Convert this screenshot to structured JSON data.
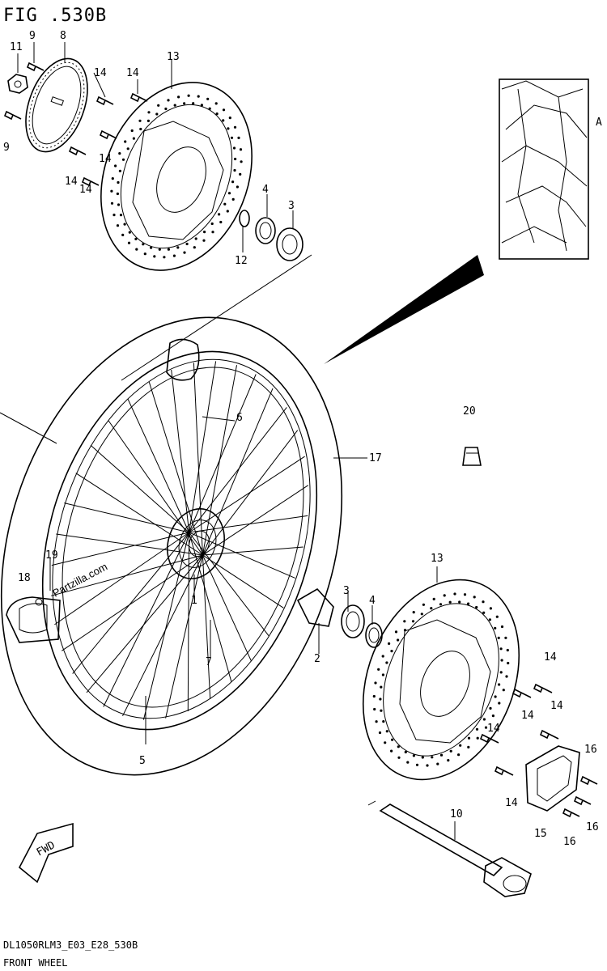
{
  "figure": {
    "title": "FIG .530B",
    "code": "DL1050RLM3_E03_E28_530B",
    "caption": "FRONT WHEEL",
    "watermark": "Partzilla.com",
    "fwd_label": "FWD",
    "detail_marker": "A"
  },
  "callouts": [
    {
      "id": "c-9a",
      "text": "9"
    },
    {
      "id": "c-8",
      "text": "8"
    },
    {
      "id": "c-11",
      "text": "11"
    },
    {
      "id": "c-14a",
      "text": "14"
    },
    {
      "id": "c-14b",
      "text": "14"
    },
    {
      "id": "c-13a",
      "text": "13"
    },
    {
      "id": "c-9b",
      "text": "9"
    },
    {
      "id": "c-14c",
      "text": "14"
    },
    {
      "id": "c-14d",
      "text": "14"
    },
    {
      "id": "c-14e",
      "text": "14"
    },
    {
      "id": "c-4a",
      "text": "4"
    },
    {
      "id": "c-3a",
      "text": "3"
    },
    {
      "id": "c-12",
      "text": "12"
    },
    {
      "id": "c-20",
      "text": "20"
    },
    {
      "id": "c-6",
      "text": "6"
    },
    {
      "id": "c-17",
      "text": "17"
    },
    {
      "id": "c-19",
      "text": "19"
    },
    {
      "id": "c-18",
      "text": "18"
    },
    {
      "id": "c-1",
      "text": "1"
    },
    {
      "id": "c-7",
      "text": "7"
    },
    {
      "id": "c-13b",
      "text": "13"
    },
    {
      "id": "c-3b",
      "text": "3"
    },
    {
      "id": "c-4b",
      "text": "4"
    },
    {
      "id": "c-2",
      "text": "2"
    },
    {
      "id": "c-5",
      "text": "5"
    },
    {
      "id": "c-14f",
      "text": "14"
    },
    {
      "id": "c-14g",
      "text": "14"
    },
    {
      "id": "c-14h",
      "text": "14"
    },
    {
      "id": "c-14i",
      "text": "14"
    },
    {
      "id": "c-14j",
      "text": "14"
    },
    {
      "id": "c-16a",
      "text": "16"
    },
    {
      "id": "c-16b",
      "text": "16"
    },
    {
      "id": "c-16c",
      "text": "16"
    },
    {
      "id": "c-15",
      "text": "15"
    },
    {
      "id": "c-10",
      "text": "10"
    }
  ]
}
